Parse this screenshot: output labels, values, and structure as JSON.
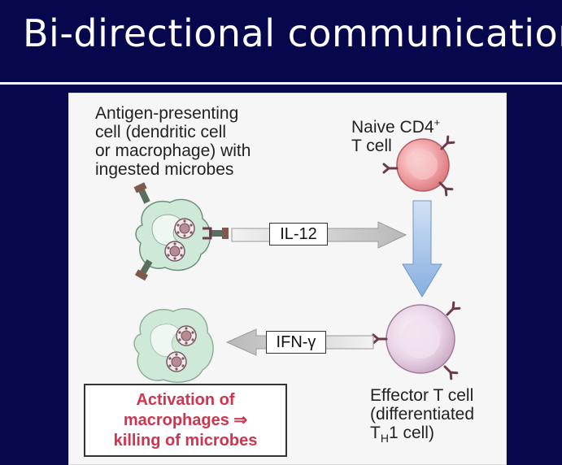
{
  "title": "Bi-directional communication",
  "figure": {
    "apc_label": [
      "Antigen-presenting",
      "cell (dendritic cell",
      "or macrophage) with",
      "ingested microbes"
    ],
    "naive_label": [
      "Naive CD4",
      "T cell"
    ],
    "naive_sup": "+",
    "il12": "IL-12",
    "ifng": "IFN-γ",
    "effector_label": [
      "Effector T cell",
      "(differentiated"
    ],
    "effector_th_main": "T",
    "effector_th_sub": "H",
    "effector_th_rest": "1 cell)",
    "callout": [
      "Activation of",
      "macrophages ⇒",
      "killing of microbes"
    ]
  },
  "colors": {
    "background": "#07074e",
    "macrophage": "#cfe9d8",
    "naive_cell": "#f2a6a9",
    "effector_cell": "#ead5e6",
    "callout_text": "#d2334e",
    "blue_arrow": "#a8c6ea"
  }
}
